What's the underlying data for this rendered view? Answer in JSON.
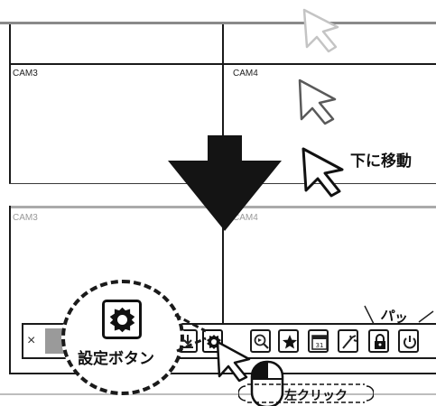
{
  "panel_top": {
    "cam_left": "CAM3",
    "cam_right": "CAM4"
  },
  "panel_bottom": {
    "cam_left": "CAM3",
    "cam_right": "CAM4"
  },
  "captions": {
    "move_down": "下に移動",
    "settings_button": "設定ボタン",
    "pop_sound": "パッ",
    "left_click": "左クリック"
  },
  "toolbar": {
    "close_glyph": "×",
    "buttons": [
      "download-icon",
      "gear-icon",
      "zoom-search-icon",
      "star-icon",
      "calendar-icon",
      "wand-icon",
      "lock-icon",
      "power-icon"
    ],
    "calendar_day": "31"
  },
  "colors": {
    "line": "#1a1a1a",
    "faded_line": "#b0b0b0",
    "toolbar_bg": "#ffffff",
    "gray_block": "#9a9a9a"
  }
}
